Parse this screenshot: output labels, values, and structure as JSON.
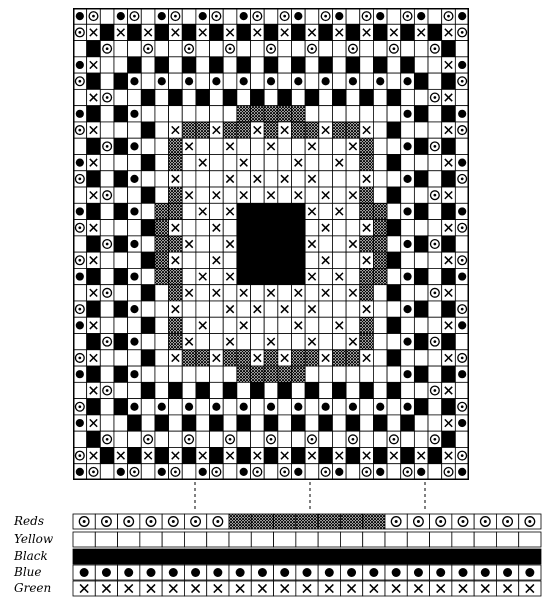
{
  "legend": {
    "colors": [
      {
        "name": "Reds",
        "symbol": "ring"
      },
      {
        "name": "Yellow",
        "symbol": "blank"
      },
      {
        "name": "Black",
        "symbol": "solid"
      },
      {
        "name": "Blue",
        "symbol": "dot"
      },
      {
        "name": "Green",
        "symbol": "cross"
      }
    ],
    "strip_columns": 21
  },
  "pattern": {
    "grid_size": 29,
    "symbols": [
      "blank",
      "solid",
      "ring",
      "dot",
      "cross",
      "hatch"
    ]
  }
}
